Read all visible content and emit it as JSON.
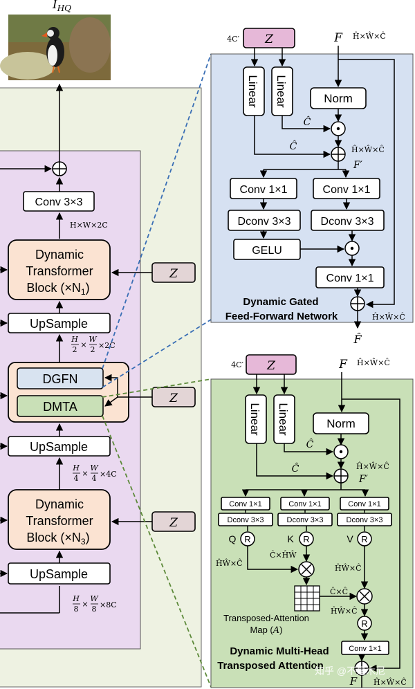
{
  "output_label": "I_HQ",
  "left": {
    "conv_top": "Conv 3×3",
    "dim_top": "H×W×2C",
    "dtb_top": {
      "line1": "Dynamic",
      "line2": "Transformer",
      "line3": "Block (×N",
      "sub": "1",
      "close": ")"
    },
    "z": "Z",
    "upsample_1": "UpSample",
    "dim_1": {
      "h": "H",
      "hd": "2",
      "w": "W",
      "wd": "2",
      "c": "×2C"
    },
    "dgfn": "DGFN",
    "dmta": "DMTA",
    "upsample_2": "UpSample",
    "dim_2": {
      "h": "H",
      "hd": "4",
      "w": "W",
      "wd": "4",
      "c": "×4C"
    },
    "dtb_bottom": {
      "line1": "Dynamic",
      "line2": "Transformer",
      "line3": "Block (×N",
      "sub": "3",
      "close": ")"
    },
    "upsample_3": "UpSample",
    "dim_3": {
      "h": "H",
      "hd": "8",
      "w": "W",
      "wd": "8",
      "c": "×8C"
    }
  },
  "dgfn": {
    "in_dim": "4C′",
    "z": "Z",
    "f": "F",
    "f_dim": "Ĥ×Ŵ×Ĉ",
    "linear": "Linear",
    "norm": "Norm",
    "c_hat": "Ĉ",
    "f_prime": "F′",
    "conv1": "Conv 1×1",
    "dconv": "Dconv 3×3",
    "gelu": "GELU",
    "out_dim": "Ĥ×Ŵ×Ĉ",
    "out": "F̂",
    "title_1": "Dynamic Gated",
    "title_2": "Feed-Forward Network"
  },
  "dmta": {
    "in_dim": "4C′",
    "z": "Z",
    "f": "F",
    "f_dim": "Ĥ×Ŵ×Ĉ",
    "linear": "Linear",
    "norm": "Norm",
    "c_hat": "Ĉ",
    "mid_dim": "Ĥ×Ŵ×Ĉ",
    "f_prime": "F′",
    "conv1": "Conv 1×1",
    "dconv": "Dconv 3×3",
    "r": "R",
    "q": "Q",
    "k": "K",
    "v": "V",
    "q_dim": "ĤŴ×Ĉ",
    "k_dim": "Ĉ×ĤŴ",
    "v_dim": "ĤŴ×Ĉ",
    "cc_dim": "Ĉ×Ĉ",
    "hw_dim": "ĤŴ×Ĉ",
    "map_1": "Transposed-Attention",
    "map_2": "Map (",
    "map_a": "A",
    "map_3": ")",
    "title_1": "Dynamic Multi-Head",
    "title_2": "Transposed Attention",
    "out_f": "F",
    "out_dim": "Ĥ×Ŵ×Ĉ"
  },
  "watermark": "知乎 @不是木尼"
}
